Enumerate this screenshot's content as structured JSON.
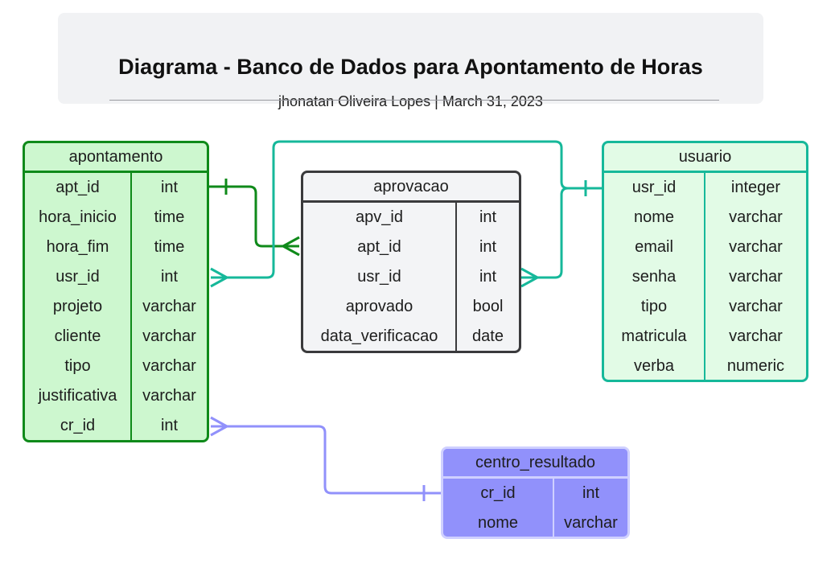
{
  "header": {
    "title": "Diagrama - Banco de Dados para Apontamento de Horas",
    "subtitle": "jhonatan Oliveira Lopes  |  March 31, 2023"
  },
  "colors": {
    "apontamento": "#0f8a1a",
    "aprovacao": "#3a3a3c",
    "usuario": "#16b89a",
    "centro_resultado": "#9191fb"
  },
  "entities": {
    "apontamento": {
      "name": "apontamento",
      "rows": [
        {
          "field": "apt_id",
          "type": "int"
        },
        {
          "field": "hora_inicio",
          "type": "time"
        },
        {
          "field": "hora_fim",
          "type": "time"
        },
        {
          "field": "usr_id",
          "type": "int"
        },
        {
          "field": "projeto",
          "type": "varchar"
        },
        {
          "field": "cliente",
          "type": "varchar"
        },
        {
          "field": "tipo",
          "type": "varchar"
        },
        {
          "field": "justificativa",
          "type": "varchar"
        },
        {
          "field": "cr_id",
          "type": "int"
        }
      ]
    },
    "aprovacao": {
      "name": "aprovacao",
      "rows": [
        {
          "field": "apv_id",
          "type": "int"
        },
        {
          "field": "apt_id",
          "type": "int"
        },
        {
          "field": "usr_id",
          "type": "int"
        },
        {
          "field": "aprovado",
          "type": "bool"
        },
        {
          "field": "data_verificacao",
          "type": "date"
        }
      ]
    },
    "usuario": {
      "name": "usuario",
      "rows": [
        {
          "field": "usr_id",
          "type": "integer"
        },
        {
          "field": "nome",
          "type": "varchar"
        },
        {
          "field": "email",
          "type": "varchar"
        },
        {
          "field": "senha",
          "type": "varchar"
        },
        {
          "field": "tipo",
          "type": "varchar"
        },
        {
          "field": "matricula",
          "type": "varchar"
        },
        {
          "field": "verba",
          "type": "numeric"
        }
      ]
    },
    "centro_resultado": {
      "name": "centro_resultado",
      "rows": [
        {
          "field": "cr_id",
          "type": "int"
        },
        {
          "field": "nome",
          "type": "varchar"
        }
      ]
    }
  }
}
